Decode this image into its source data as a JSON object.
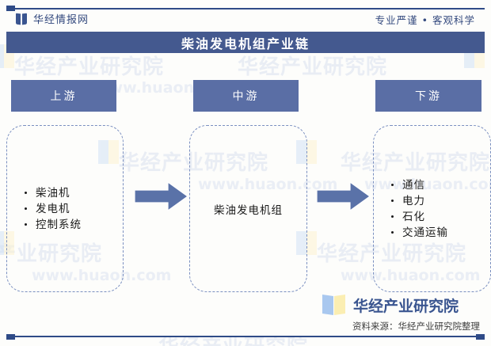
{
  "header": {
    "logo_icon": "open-book-icon",
    "brand_name": "华经情报网",
    "slogan": "专业严谨 • 客观科学"
  },
  "title_bar": {
    "title": "柴油发电机组产业链"
  },
  "chain": {
    "stages": [
      {
        "id": "upstream",
        "header": "上游",
        "layout": "bullets",
        "items": [
          "柴油机",
          "发电机",
          "控制系统"
        ]
      },
      {
        "id": "midstream",
        "header": "中游",
        "layout": "center",
        "items": [
          "柴油发电机组"
        ]
      },
      {
        "id": "downstream",
        "header": "下游",
        "layout": "bullets",
        "items": [
          "通信",
          "电力",
          "石化",
          "交通运输"
        ]
      }
    ],
    "arrows": [
      {
        "id": "arrow-upstream-to-midstream",
        "icon": "right-arrow-icon"
      },
      {
        "id": "arrow-midstream-to-downstream",
        "icon": "right-arrow-icon"
      }
    ]
  },
  "footer": {
    "corner_logo_icon": "open-book-icon",
    "corner_logo_text": "华经产业研究院",
    "source_note": "资料来源：华经产业研究院整理"
  },
  "watermarks": {
    "cn_text": "华经产业研究院",
    "url_text": "www.huaon.com"
  },
  "colors": {
    "title_bar": "#44598f",
    "stage_header": "#5a6ea5",
    "arrow": "#5a72a8",
    "rule": "#2f4b87",
    "box_border": "#7a8fc0",
    "brand_text": "#33497e",
    "logo_blue_page": "#a9c8ef",
    "logo_yellow_page": "#fbeeb2",
    "watermark": "#e9edf4"
  }
}
